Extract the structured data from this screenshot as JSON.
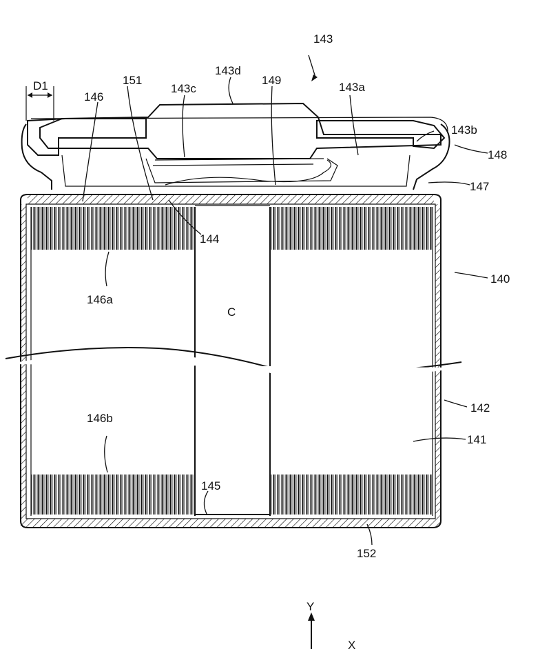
{
  "labels": {
    "l143": "143",
    "l143d": "143d",
    "l143c": "143c",
    "l149": "149",
    "l143a": "143a",
    "l143b": "143b",
    "l148": "148",
    "l147": "147",
    "lD1": "D1",
    "l146": "146",
    "l151": "151",
    "l144": "144",
    "l146a": "146a",
    "lC": "C",
    "l140": "140",
    "l142": "142",
    "l141": "141",
    "l146b": "146b",
    "l145": "145",
    "l152": "152",
    "lY": "Y",
    "lX": "X"
  },
  "colors": {
    "ink": "#111111",
    "background": "#ffffff"
  }
}
